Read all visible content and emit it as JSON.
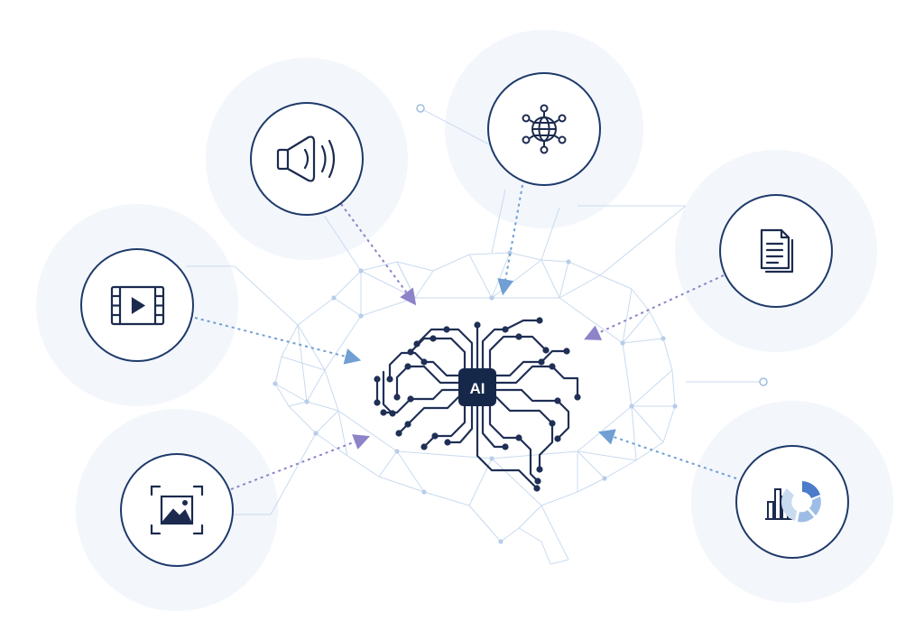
{
  "center": {
    "chip_label": "AI",
    "chip_icon": "ai-chip-icon",
    "brain_icon": "circuit-brain-icon"
  },
  "inputs": [
    {
      "name": "audio",
      "icon": "speaker-icon"
    },
    {
      "name": "web",
      "icon": "globe-network-icon"
    },
    {
      "name": "documents",
      "icon": "document-stack-icon"
    },
    {
      "name": "video",
      "icon": "film-play-icon"
    },
    {
      "name": "image",
      "icon": "image-frame-icon"
    },
    {
      "name": "charts",
      "icon": "chart-analytics-icon"
    }
  ],
  "colors": {
    "navy": "#1e3a6b",
    "icon_navy": "#1b2a4e",
    "chip_bg": "#16284a",
    "node": "#1f2f55",
    "mesh": "#c9dbef",
    "mesh_node": "#b7cde8",
    "halo": "#f1f5fb",
    "arrow_purple": "#8c83c9",
    "arrow_blue": "#6f9fd3",
    "chart_light": "#9ebde6",
    "chart_mid": "#4b7bc9"
  }
}
